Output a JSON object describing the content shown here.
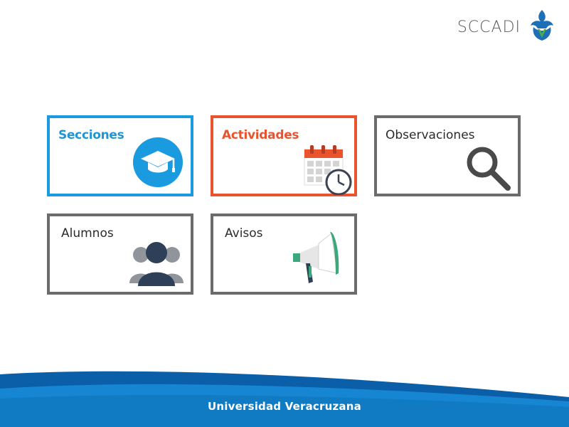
{
  "header": {
    "brand": "SCCADI",
    "logo_icon": "uv-fleur-de-lis-logo"
  },
  "colors": {
    "blue": "#1a9be0",
    "orange": "#e9542f",
    "gray_border": "#6b6b6b",
    "navy": "#2e4057",
    "green": "#3aa87a",
    "footer_blue": "#0f78bf"
  },
  "tiles": [
    {
      "label": "Secciones",
      "icon": "graduation-cap-icon"
    },
    {
      "label": "Actividades",
      "icon": "calendar-clock-icon"
    },
    {
      "label": "Observaciones",
      "icon": "magnifier-icon"
    },
    {
      "label": "Alumnos",
      "icon": "users-icon"
    },
    {
      "label": "Avisos",
      "icon": "megaphone-icon"
    }
  ],
  "footer": {
    "text": "Universidad Veracruzana"
  }
}
